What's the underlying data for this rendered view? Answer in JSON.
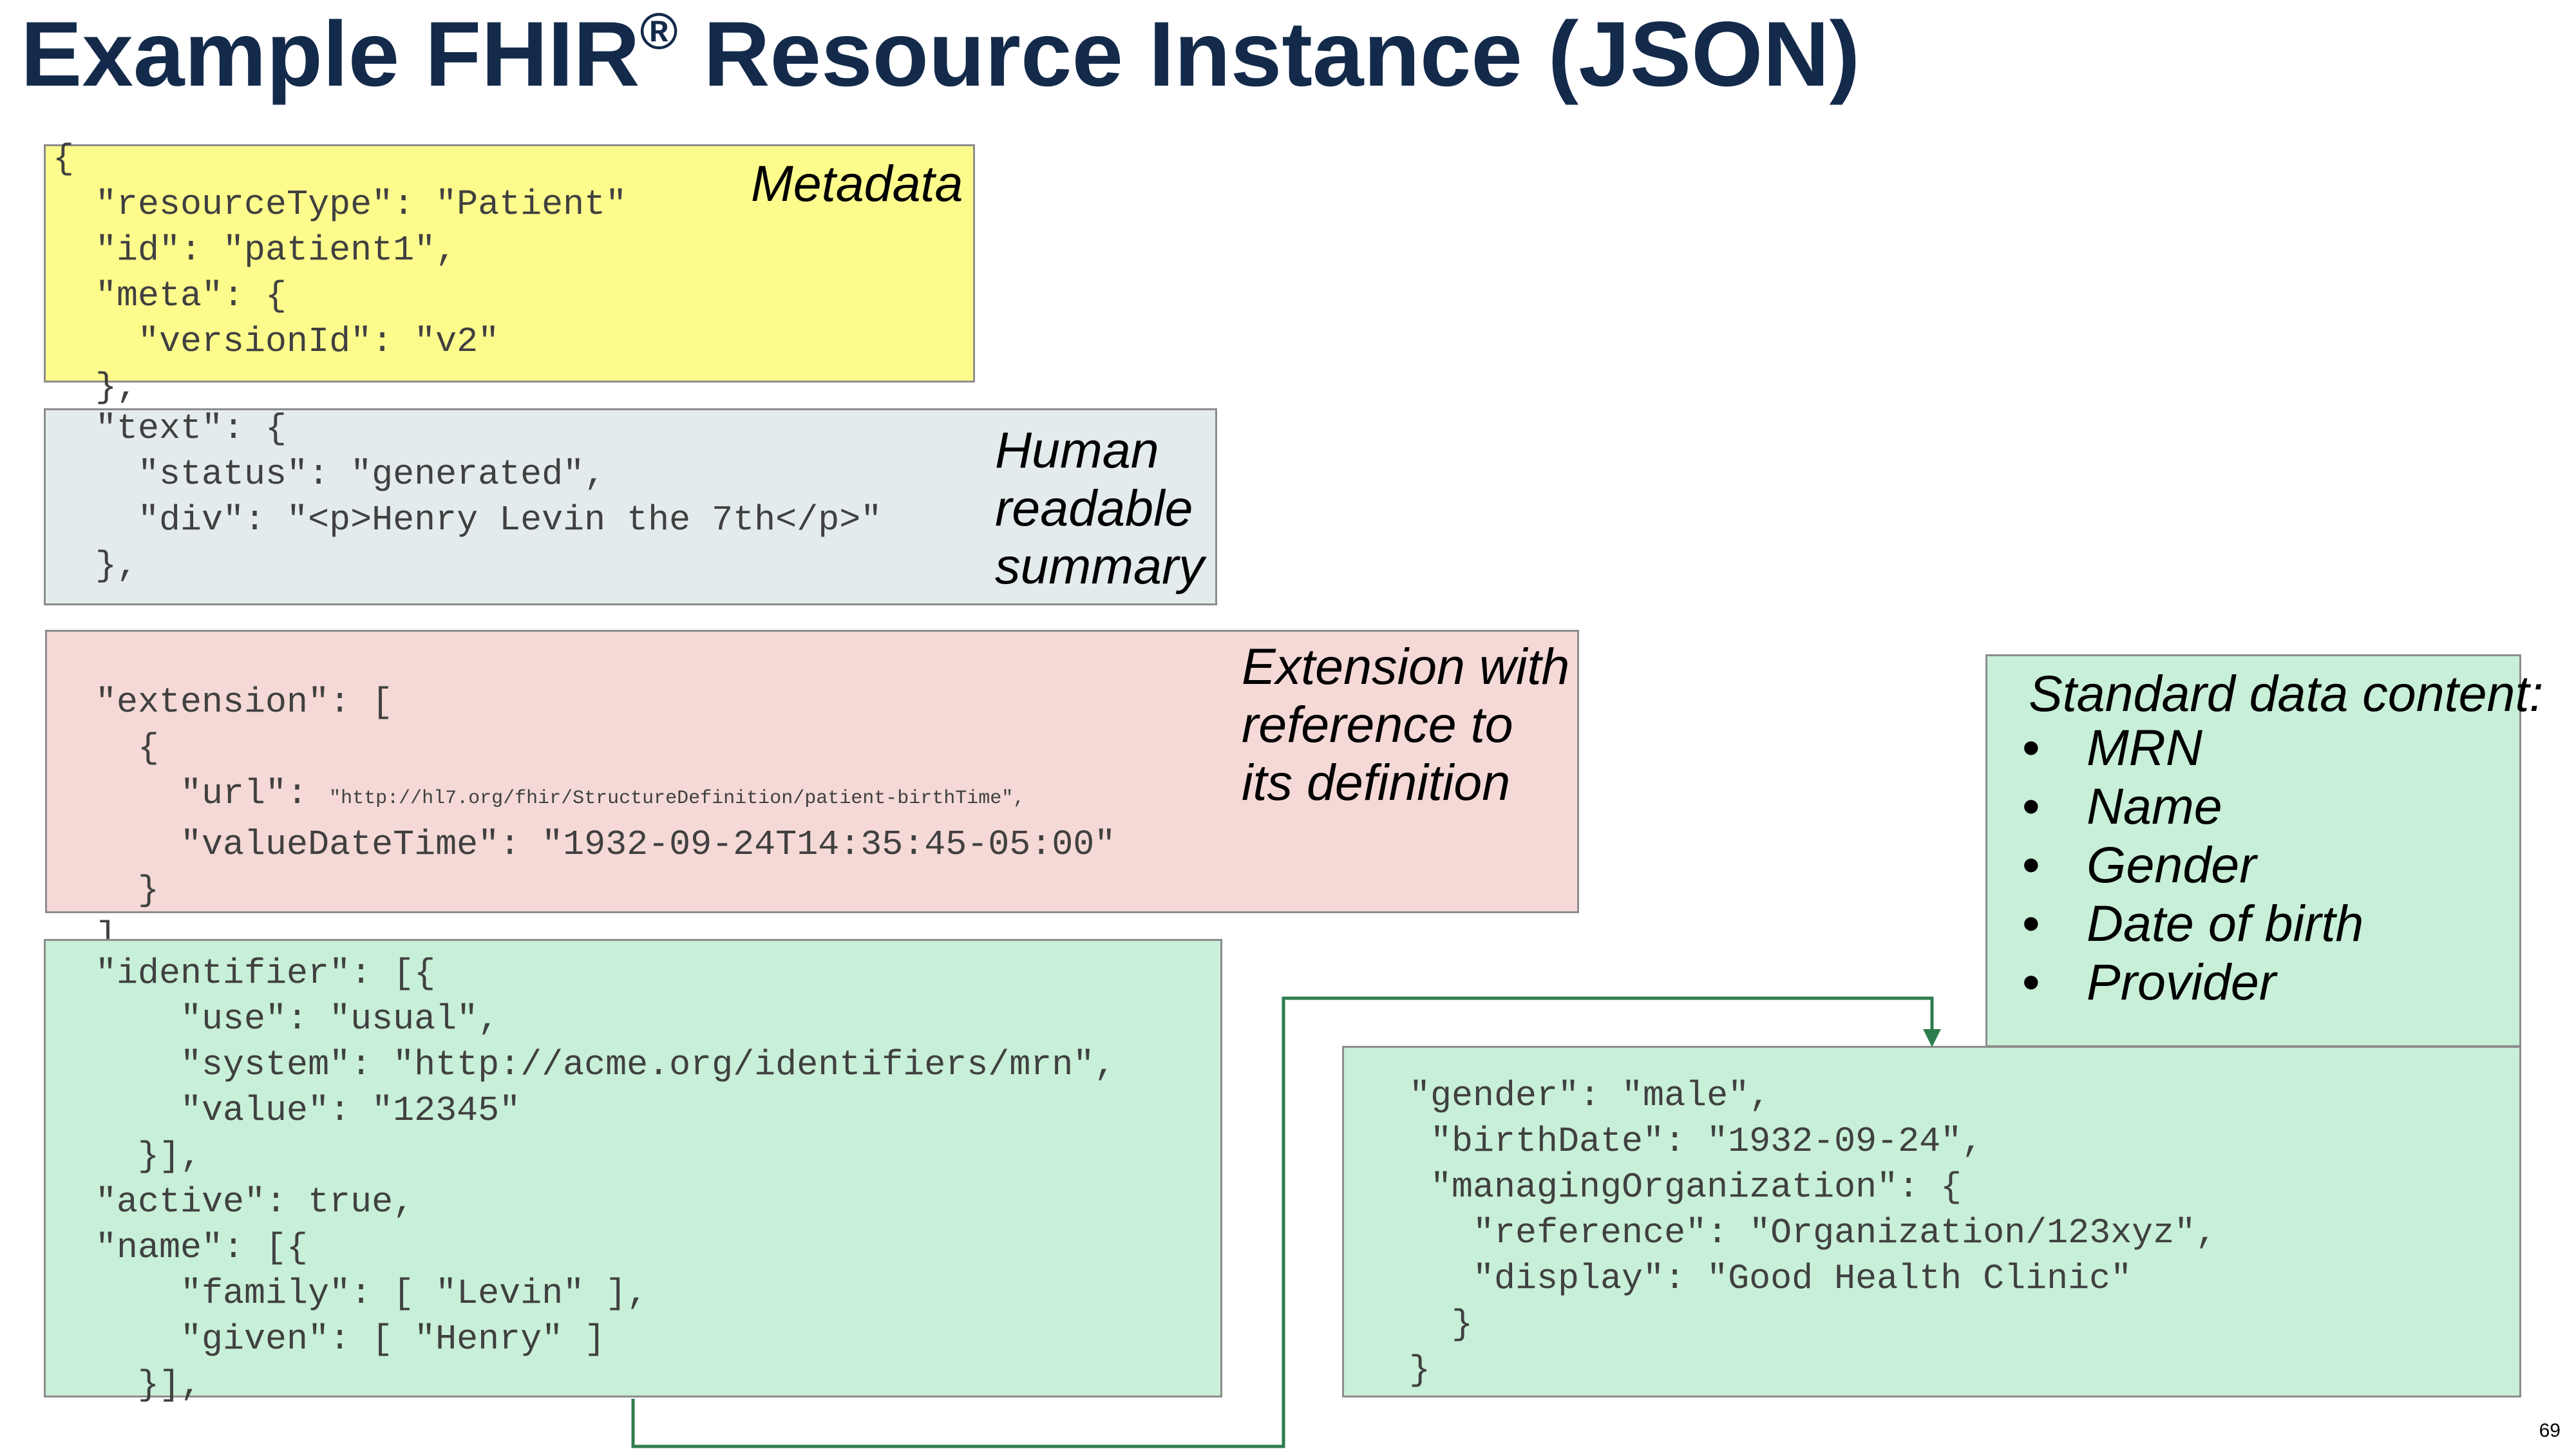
{
  "title": "Example FHIR",
  "title_sup": "®",
  "title_rest": " Resource Instance (JSON)",
  "colors": {
    "title": "#132a4a",
    "metadata_bg": "#fdfb8c",
    "text_bg": "#e3ebed",
    "extension_bg": "#f4d9d6",
    "data_bg": "#c8efd7",
    "connector": "#2e7d4e"
  },
  "sections": {
    "metadata": {
      "label": "Metadata",
      "lines": [
        "{",
        "  \"resourceType\": \"Patient\"",
        "  \"id\": \"patient1\",",
        "  \"meta\": {",
        "    \"versionId\": \"v2\"",
        "  },"
      ]
    },
    "text": {
      "label": "Human\nreadable\nsummary",
      "lines": [
        "  \"text\": {",
        "    \"status\": \"generated\",",
        "    \"div\": \"<p>Henry Levin the 7th</p>\"",
        "  },"
      ]
    },
    "extension": {
      "label": "Extension with\nreference to\nits definition",
      "line1": "  \"extension\": [",
      "line2": "    {",
      "url_key": "      \"url\": ",
      "url_value": "\"http://hl7.org/fhir/StructureDefinition/patient-birthTime\",",
      "line4": "      \"valueDateTime\": \"1932-09-24T14:35:45-05:00\"",
      "line5": "    }",
      "line6": "  ],"
    },
    "identifier": {
      "lines": [
        "  \"identifier\": [{",
        "      \"use\": \"usual\",",
        "      \"system\": \"http://acme.org/identifiers/mrn\",",
        "      \"value\": \"12345\"",
        "    }],",
        "  \"active\": true,",
        "  \"name\": [{",
        "      \"family\": [ \"Levin\" ],",
        "      \"given\": [ \"Henry\" ]",
        "    }],"
      ]
    },
    "demographics": {
      "lines": [
        "\"gender\": \"male\",",
        " \"birthDate\": \"1932-09-24\",",
        " \"managingOrganization\": {",
        "   \"reference\": \"Organization/123xyz\",",
        "   \"display\": \"Good Health Clinic\"",
        "  }",
        "}"
      ]
    },
    "standard": {
      "heading": "Standard data content:",
      "bullet_glyph": "•",
      "items": [
        "MRN",
        "Name",
        "Gender",
        "Date of birth",
        "Provider"
      ]
    }
  },
  "page_number": "69"
}
